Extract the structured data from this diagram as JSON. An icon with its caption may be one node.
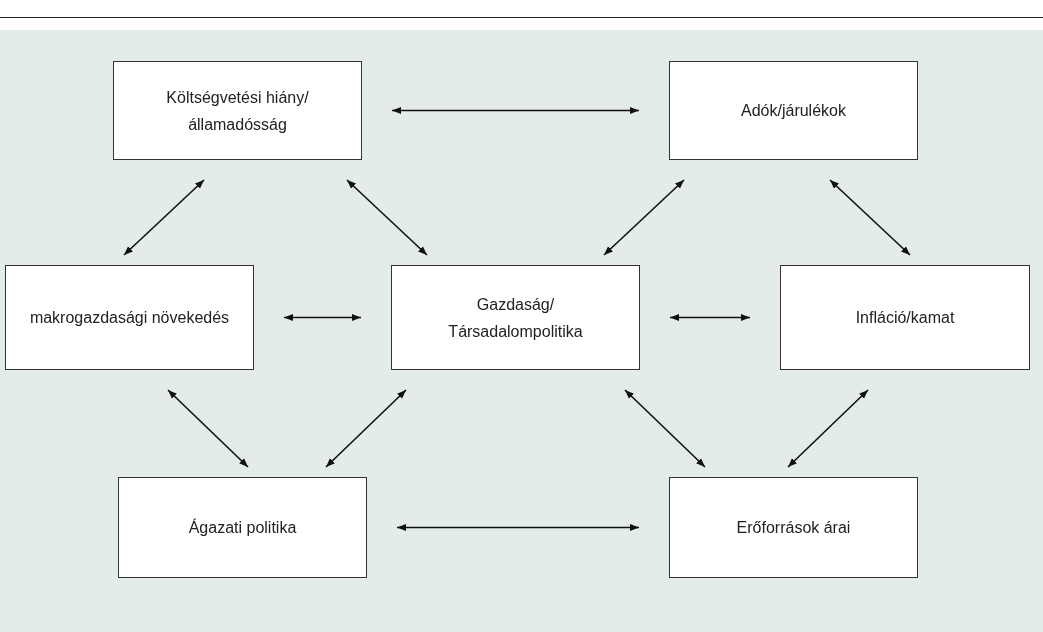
{
  "diagram": {
    "nodes": [
      {
        "text": [
          "Költségvetési hiány/ államadósság"
        ]
      },
      {
        "text": [
          "Adók/járulékok"
        ]
      },
      {
        "text": [
          "makrogazdasági növekedés"
        ]
      },
      {
        "text": [
          "Gazdaság/ Társadalompolitika"
        ]
      },
      {
        "text": [
          "Infláció/kamat"
        ]
      },
      {
        "text": [
          "Ágazati politika"
        ]
      },
      {
        "text": [
          "Erőforrások árai"
        ]
      }
    ],
    "edges": [
      {
        "from": 0,
        "to": 1,
        "arrow": "both"
      },
      {
        "from": 0,
        "to": 2,
        "arrow": "both"
      },
      {
        "from": 0,
        "to": 3,
        "arrow": "both"
      },
      {
        "from": 1,
        "to": 3,
        "arrow": "both"
      },
      {
        "from": 1,
        "to": 4,
        "arrow": "both"
      },
      {
        "from": 2,
        "to": 3,
        "arrow": "both"
      },
      {
        "from": 3,
        "to": 4,
        "arrow": "both"
      },
      {
        "from": 2,
        "to": 5,
        "arrow": "both"
      },
      {
        "from": 3,
        "to": 5,
        "arrow": "both"
      },
      {
        "from": 3,
        "to": 6,
        "arrow": "both"
      },
      {
        "from": 4,
        "to": 6,
        "arrow": "both"
      },
      {
        "from": 5,
        "to": 6,
        "arrow": "both"
      }
    ]
  }
}
